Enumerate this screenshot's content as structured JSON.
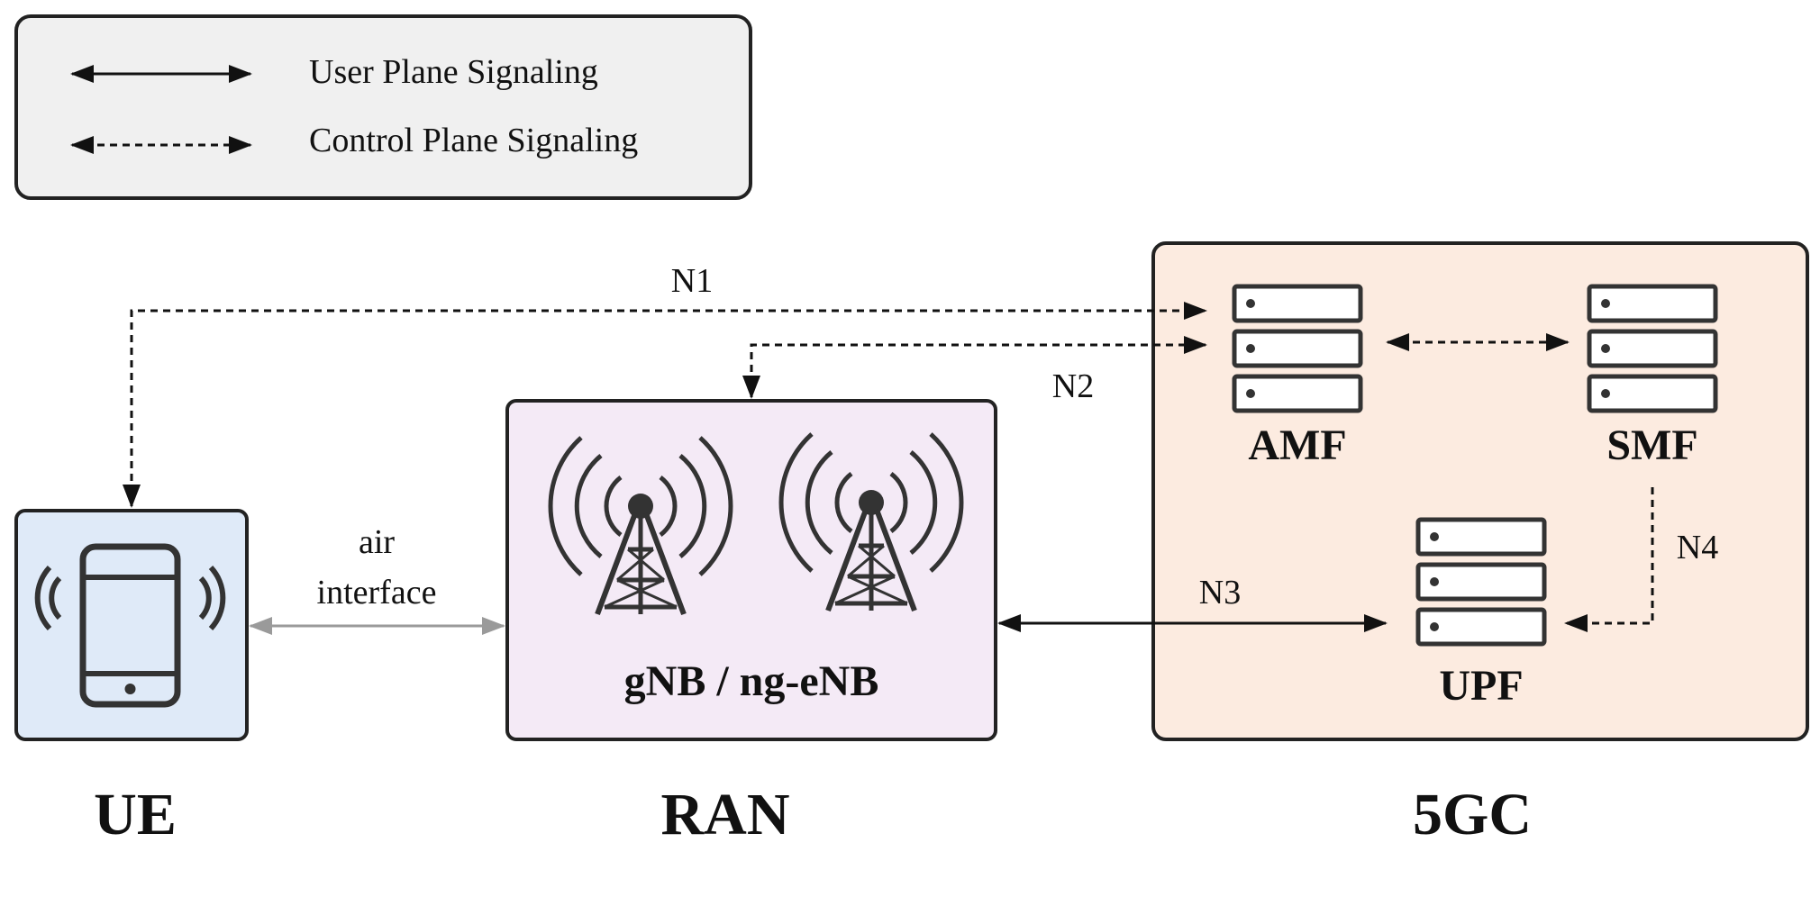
{
  "legend": {
    "user_plane": "User Plane Signaling",
    "control_plane": "Control Plane Signaling"
  },
  "zones": {
    "ue": "UE",
    "ran": "RAN",
    "core": "5GC"
  },
  "nodes": {
    "ran_node": "gNB / ng-eNB",
    "amf": "AMF",
    "smf": "SMF",
    "upf": "UPF"
  },
  "links": {
    "n1": "N1",
    "n2": "N2",
    "n3": "N3",
    "n4": "N4",
    "air_line1": "air",
    "air_line2": "interface"
  },
  "colors": {
    "ue_fill": "#dfeaf8",
    "ran_fill": "#f4eaf6",
    "core_fill": "#fcebe0",
    "legend_fill": "#f0f0f0"
  }
}
